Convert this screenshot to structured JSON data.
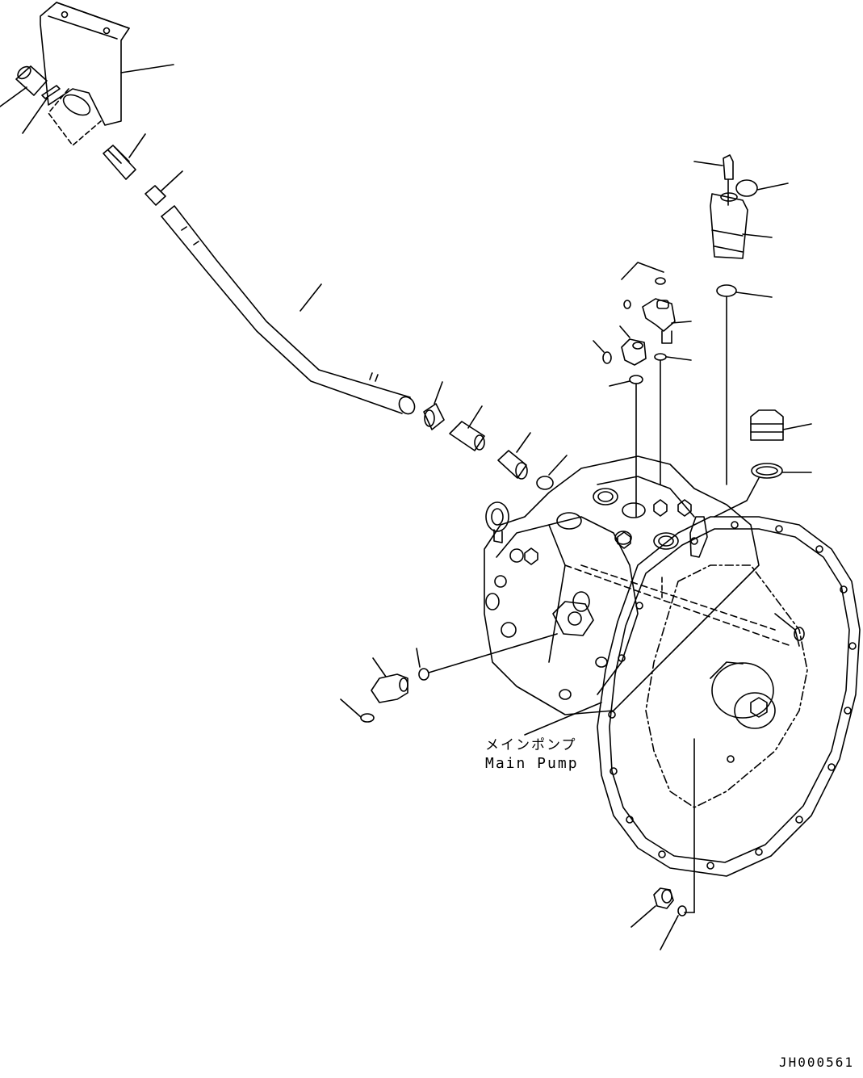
{
  "diagram": {
    "pump_label_jp": "メインポンプ",
    "pump_label_en": "Main Pump",
    "drawing_code": "JH000561"
  },
  "colors": {
    "line": "#000000",
    "background": "#ffffff"
  }
}
